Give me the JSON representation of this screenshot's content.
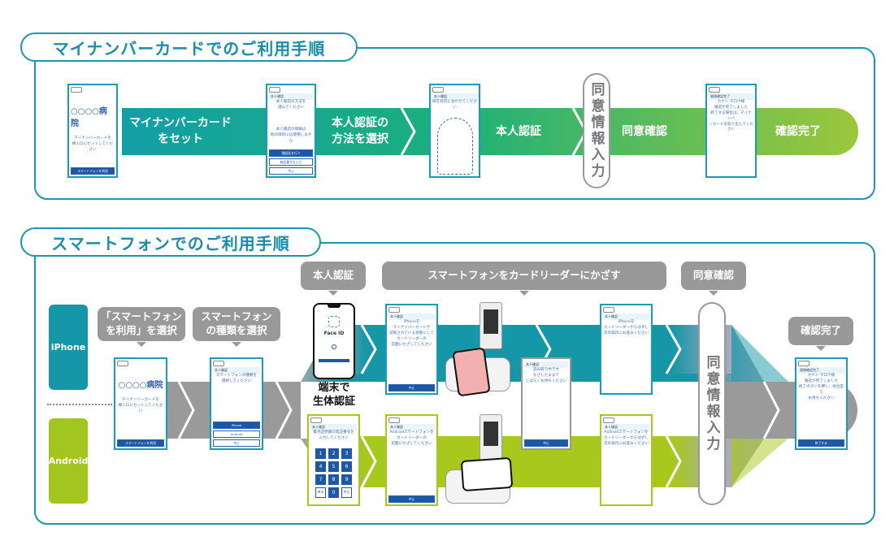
{
  "top": {
    "title": "マイナンバーカードでのご利用手順",
    "steps": [
      "マイナンバーカード\nをセット",
      "本人認証の\n方法を選択",
      "本人認証",
      "同意確認",
      "確認完了"
    ],
    "consent_pill": "同意情報入力"
  },
  "bottom": {
    "title": "スマートフォンでのご利用手順",
    "platforms": {
      "iphone": "iPhone",
      "android": "Android"
    },
    "callouts": [
      "「スマートフォン\nを利用」を選択",
      "スマートフォン\nの種類を選択",
      "本人認証",
      "スマートフォンをカードリーダーにかざす",
      "同意確認",
      "確認完了"
    ],
    "biometric": "端末で\n生体認証",
    "face_id": "Face ID",
    "consent_pill": "同意情報入力"
  },
  "colors": {
    "teal": "#1597a8",
    "green": "#9ec21d",
    "gray": "#999999",
    "blue": "#1d58a6"
  },
  "screens": [
    {
      "id": "t1",
      "big": "○○○○病院",
      "lines": [
        "マイナンバーカードを",
        "挿入口にセットしてください"
      ],
      "buttons": [
        {
          "t": "スマートフォンを利用",
          "p": true
        }
      ]
    },
    {
      "id": "t2",
      "head": "本人確認",
      "lines": [
        "本人確認の方法を",
        "選んでください",
        "",
        "",
        "",
        "本人確認の情報は",
        "他の目的には使用しません"
      ],
      "buttons": [
        {
          "t": "顔認証を行う",
          "p": true
        },
        {
          "t": "暗証番号を入力"
        },
        {
          "t": "中止"
        }
      ]
    },
    {
      "id": "t3",
      "head": "本人確認",
      "lines": [
        "顔を枠内に合わせてください"
      ],
      "face": true
    },
    {
      "id": "t4",
      "head": "資格確認完了",
      "lines": [
        "カケン タロウ様",
        "確認が完了しました",
        "終了する場合は、マイナンバ",
        "ーカードを取り出してください"
      ]
    },
    {
      "id": "b1",
      "big": "○○○○病院",
      "lines": [
        "マイナンバーカードを",
        "挿入口にセットしてください"
      ],
      "buttons": [
        {
          "t": "スマートフォンを利用",
          "p": true
        }
      ]
    },
    {
      "id": "b2",
      "head": "本人確認",
      "lines": [
        "スマートフォンの種類を",
        "選択してください"
      ],
      "buttons": [
        {
          "t": "iPhone",
          "p": true
        },
        {
          "t": "Android"
        },
        {
          "t": "中止"
        }
      ]
    },
    {
      "id": "b3",
      "head": "本人確認",
      "lines": [
        "iPhoneを",
        "マイナンバーカードが",
        "読取されている状態にして",
        "カードリーダーの",
        "前面にかざしてください"
      ],
      "buttons": [
        {
          "t": "中止",
          "p": true
        }
      ]
    },
    {
      "id": "b4",
      "head": "本人確認",
      "lines": [
        "電子証明書の暗証番号を",
        "入力してください"
      ],
      "pad": [
        "1",
        "2",
        "3",
        "4",
        "5",
        "6",
        "7",
        "8",
        "9",
        "戻る",
        "0",
        "中止"
      ]
    },
    {
      "id": "b5",
      "head": "本人確認",
      "lines": [
        "Androidスマートフォンを",
        "カードリーダーの",
        "前面にかざしてください"
      ],
      "buttons": [
        {
          "t": "中止",
          "p": true
        }
      ]
    },
    {
      "id": "b6",
      "head": "本人確認",
      "lines": [
        "読み取り中です",
        "かざしたままで",
        "しばらくお待ちください"
      ],
      "buttons": [
        {
          "t": "中止",
          "p": true
        }
      ]
    },
    {
      "id": "b7",
      "head": "本人確認",
      "lines": [
        "iPhoneを",
        "カードリーダーからはずし",
        "次の操作にお進みください"
      ]
    },
    {
      "id": "b8",
      "head": "本人確認",
      "lines": [
        "Androidスマートフォンを",
        "カードリーダーからはずし",
        "次の操作にお進みください"
      ]
    },
    {
      "id": "b9",
      "head": "資格確認完了",
      "lines": [
        "カケン タロウ様",
        "確認が完了しました",
        "終了ボタンを押し、待合室で",
        "お待ちください"
      ],
      "buttons": [
        {
          "t": "終了する",
          "p": true
        }
      ]
    }
  ]
}
